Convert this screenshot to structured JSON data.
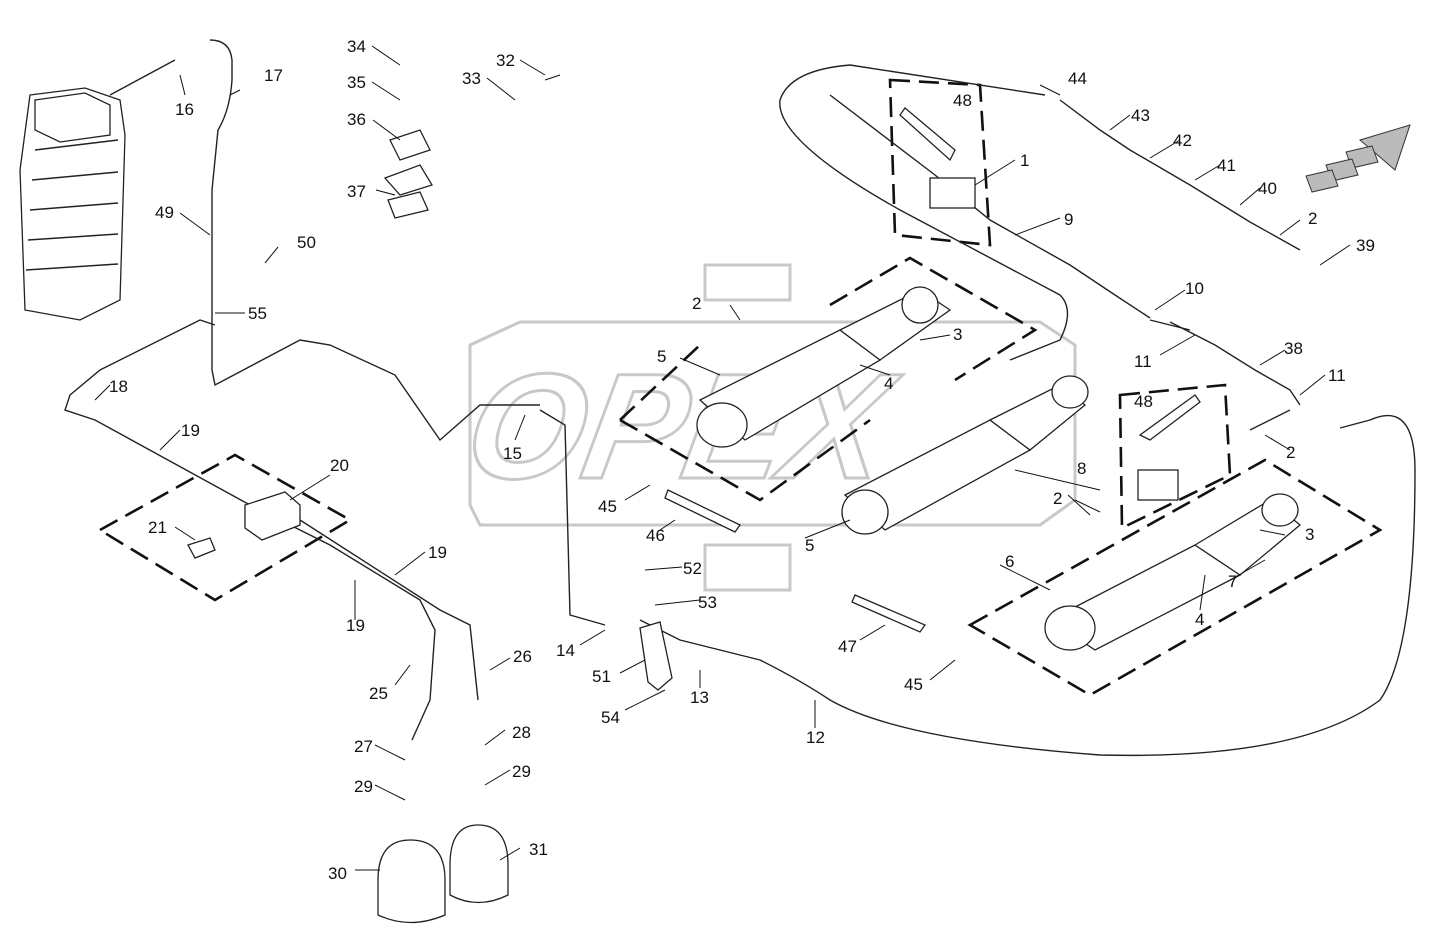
{
  "watermark": "OPEX",
  "callouts": [
    {
      "id": "c1",
      "label": "1"
    },
    {
      "id": "c2a",
      "label": "2"
    },
    {
      "id": "c2b",
      "label": "2"
    },
    {
      "id": "c2c",
      "label": "2"
    },
    {
      "id": "c2d",
      "label": "2"
    },
    {
      "id": "c3a",
      "label": "3"
    },
    {
      "id": "c3b",
      "label": "3"
    },
    {
      "id": "c4a",
      "label": "4"
    },
    {
      "id": "c4b",
      "label": "4"
    },
    {
      "id": "c5a",
      "label": "5"
    },
    {
      "id": "c5b",
      "label": "5"
    },
    {
      "id": "c6",
      "label": "6"
    },
    {
      "id": "c7",
      "label": "7"
    },
    {
      "id": "c8",
      "label": "8"
    },
    {
      "id": "c9",
      "label": "9"
    },
    {
      "id": "c10",
      "label": "10"
    },
    {
      "id": "c11a",
      "label": "11"
    },
    {
      "id": "c11b",
      "label": "11"
    },
    {
      "id": "c12",
      "label": "12"
    },
    {
      "id": "c13",
      "label": "13"
    },
    {
      "id": "c14",
      "label": "14"
    },
    {
      "id": "c15",
      "label": "15"
    },
    {
      "id": "c16",
      "label": "16"
    },
    {
      "id": "c17",
      "label": "17"
    },
    {
      "id": "c18",
      "label": "18"
    },
    {
      "id": "c19a",
      "label": "19"
    },
    {
      "id": "c19b",
      "label": "19"
    },
    {
      "id": "c19c",
      "label": "19"
    },
    {
      "id": "c20",
      "label": "20"
    },
    {
      "id": "c21",
      "label": "21"
    },
    {
      "id": "c25",
      "label": "25"
    },
    {
      "id": "c26",
      "label": "26"
    },
    {
      "id": "c27",
      "label": "27"
    },
    {
      "id": "c28",
      "label": "28"
    },
    {
      "id": "c29a",
      "label": "29"
    },
    {
      "id": "c29b",
      "label": "29"
    },
    {
      "id": "c30",
      "label": "30"
    },
    {
      "id": "c31",
      "label": "31"
    },
    {
      "id": "c32",
      "label": "32"
    },
    {
      "id": "c33",
      "label": "33"
    },
    {
      "id": "c34",
      "label": "34"
    },
    {
      "id": "c35",
      "label": "35"
    },
    {
      "id": "c36",
      "label": "36"
    },
    {
      "id": "c37",
      "label": "37"
    },
    {
      "id": "c38",
      "label": "38"
    },
    {
      "id": "c39",
      "label": "39"
    },
    {
      "id": "c40",
      "label": "40"
    },
    {
      "id": "c41",
      "label": "41"
    },
    {
      "id": "c42",
      "label": "42"
    },
    {
      "id": "c43",
      "label": "43"
    },
    {
      "id": "c44",
      "label": "44"
    },
    {
      "id": "c45a",
      "label": "45"
    },
    {
      "id": "c45b",
      "label": "45"
    },
    {
      "id": "c46",
      "label": "46"
    },
    {
      "id": "c47",
      "label": "47"
    },
    {
      "id": "c48a",
      "label": "48"
    },
    {
      "id": "c48b",
      "label": "48"
    },
    {
      "id": "c49",
      "label": "49"
    },
    {
      "id": "c50",
      "label": "50"
    },
    {
      "id": "c51",
      "label": "51"
    },
    {
      "id": "c52",
      "label": "52"
    },
    {
      "id": "c53",
      "label": "53"
    },
    {
      "id": "c54",
      "label": "54"
    },
    {
      "id": "c55",
      "label": "55"
    }
  ]
}
